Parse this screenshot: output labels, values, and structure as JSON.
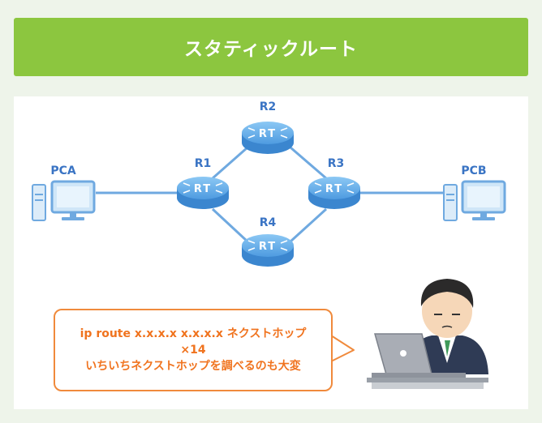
{
  "header": {
    "title": "スタティックルート"
  },
  "diagram": {
    "pc_left": "PCA",
    "pc_right": "PCB",
    "routers": [
      {
        "name": "R1",
        "badge": "RT"
      },
      {
        "name": "R2",
        "badge": "RT"
      },
      {
        "name": "R3",
        "badge": "RT"
      },
      {
        "name": "R4",
        "badge": "RT"
      }
    ]
  },
  "bubble": {
    "line1": "ip route x.x.x.x x.x.x.x ネクストホップ",
    "line2": "×14",
    "line3": "いちいちネクストホップを調べるのも大変"
  },
  "colors": {
    "banner": "#8cc63f",
    "router": "#5fa8e8",
    "link": "#6fa9e0",
    "bubble_border": "#f08a3c",
    "bubble_text": "#f0731e"
  }
}
